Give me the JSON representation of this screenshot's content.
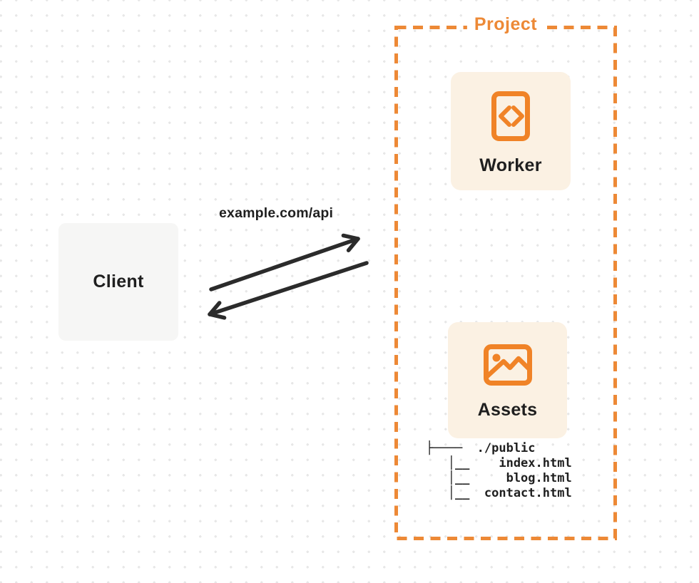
{
  "diagram": {
    "client": {
      "label": "Client"
    },
    "request_label": "example.com/api",
    "project": {
      "label": "Project",
      "worker": {
        "label": "Worker",
        "icon": "code-file-icon"
      },
      "assets": {
        "label": "Assets",
        "icon": "image-icon"
      },
      "file_tree": "├────  ./public\n   │__    index.html\n   │__     blog.html\n   │__  contact.html"
    }
  },
  "colors": {
    "accent_orange": "#ED8936",
    "icon_orange": "#F08327",
    "card_cream": "#FBF1E3",
    "card_gray": "#F6F6F5",
    "text_dark": "#1F1F1F",
    "arrow_dark": "#2B2B2B",
    "dot_gray": "#E7E7E7",
    "background": "#FFFFFF"
  }
}
